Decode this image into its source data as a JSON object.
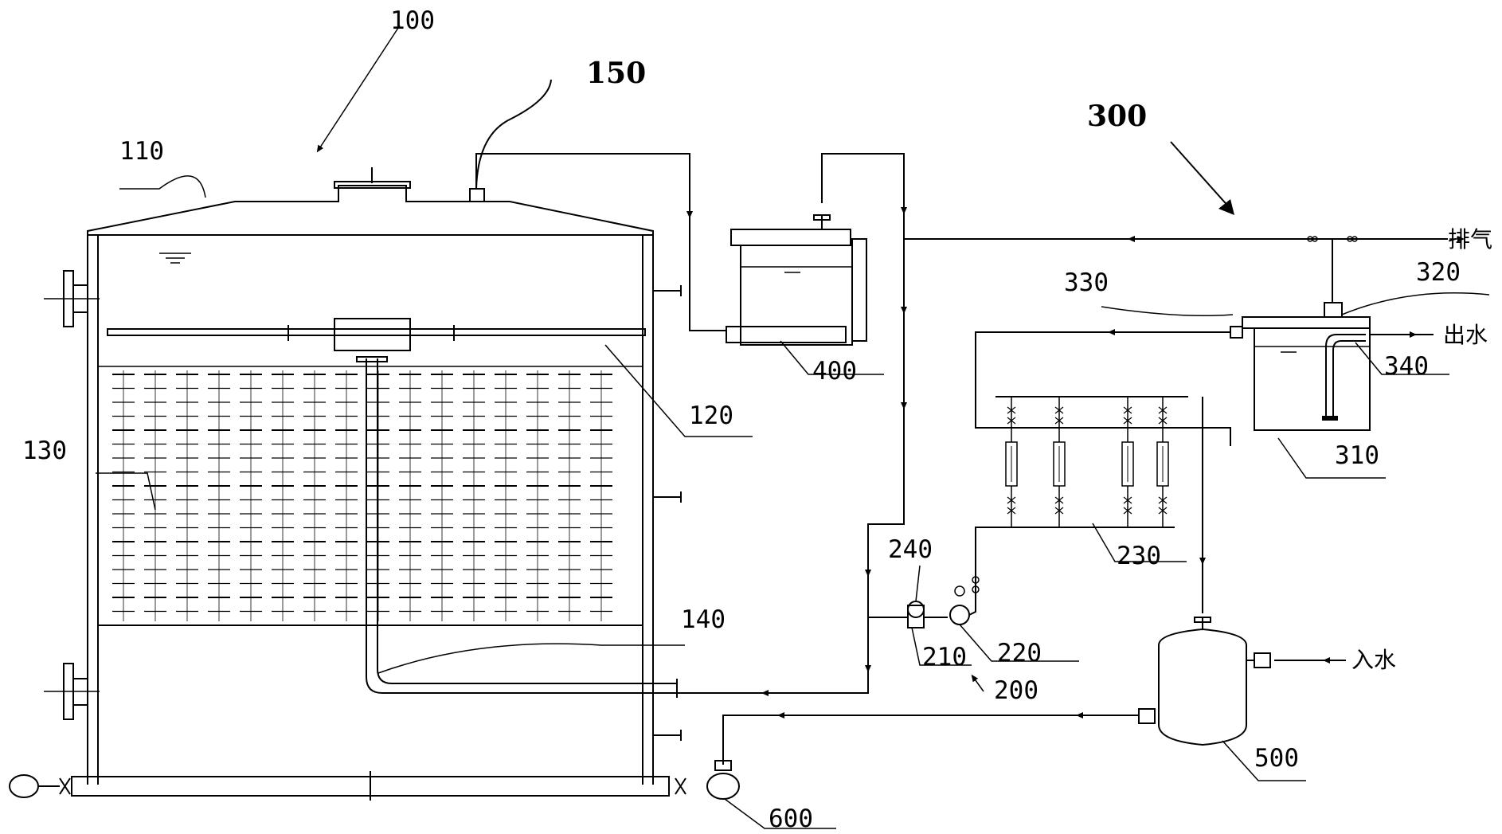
{
  "labels": {
    "l100": "100",
    "l110": "110",
    "l120": "120",
    "l130": "130",
    "l140": "140",
    "l150": "150",
    "l200": "200",
    "l210": "210",
    "l220": "220",
    "l230": "230",
    "l240": "240",
    "l300": "300",
    "l310": "310",
    "l320": "320",
    "l330": "330",
    "l340": "340",
    "l400": "400",
    "l500": "500",
    "l600": "600"
  },
  "flows": {
    "exhaust": "排气",
    "outlet_water": "出水",
    "inlet_water": "入水"
  }
}
